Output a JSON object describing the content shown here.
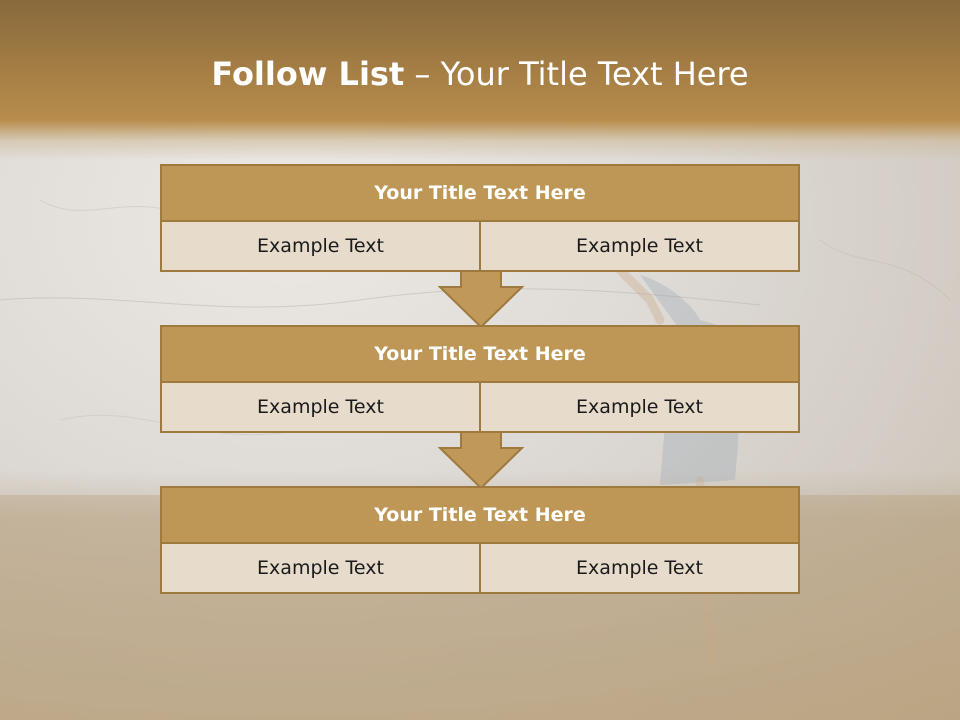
{
  "slide": {
    "title_bold": "Follow List",
    "title_rest": " – Your Title Text Here"
  },
  "colors": {
    "header_fill": "#be9756",
    "cell_fill": "#e7dbcc",
    "border": "#9e7a3e",
    "arrow_fill": "#c0995a",
    "title_band": "#a27c44"
  },
  "blocks": [
    {
      "title": "Your Title Text Here",
      "cells": [
        "Example Text",
        "Example Text"
      ]
    },
    {
      "title": "Your Title Text Here",
      "cells": [
        "Example Text",
        "Example Text"
      ]
    },
    {
      "title": "Your Title Text Here",
      "cells": [
        "Example Text",
        "Example Text"
      ]
    }
  ]
}
